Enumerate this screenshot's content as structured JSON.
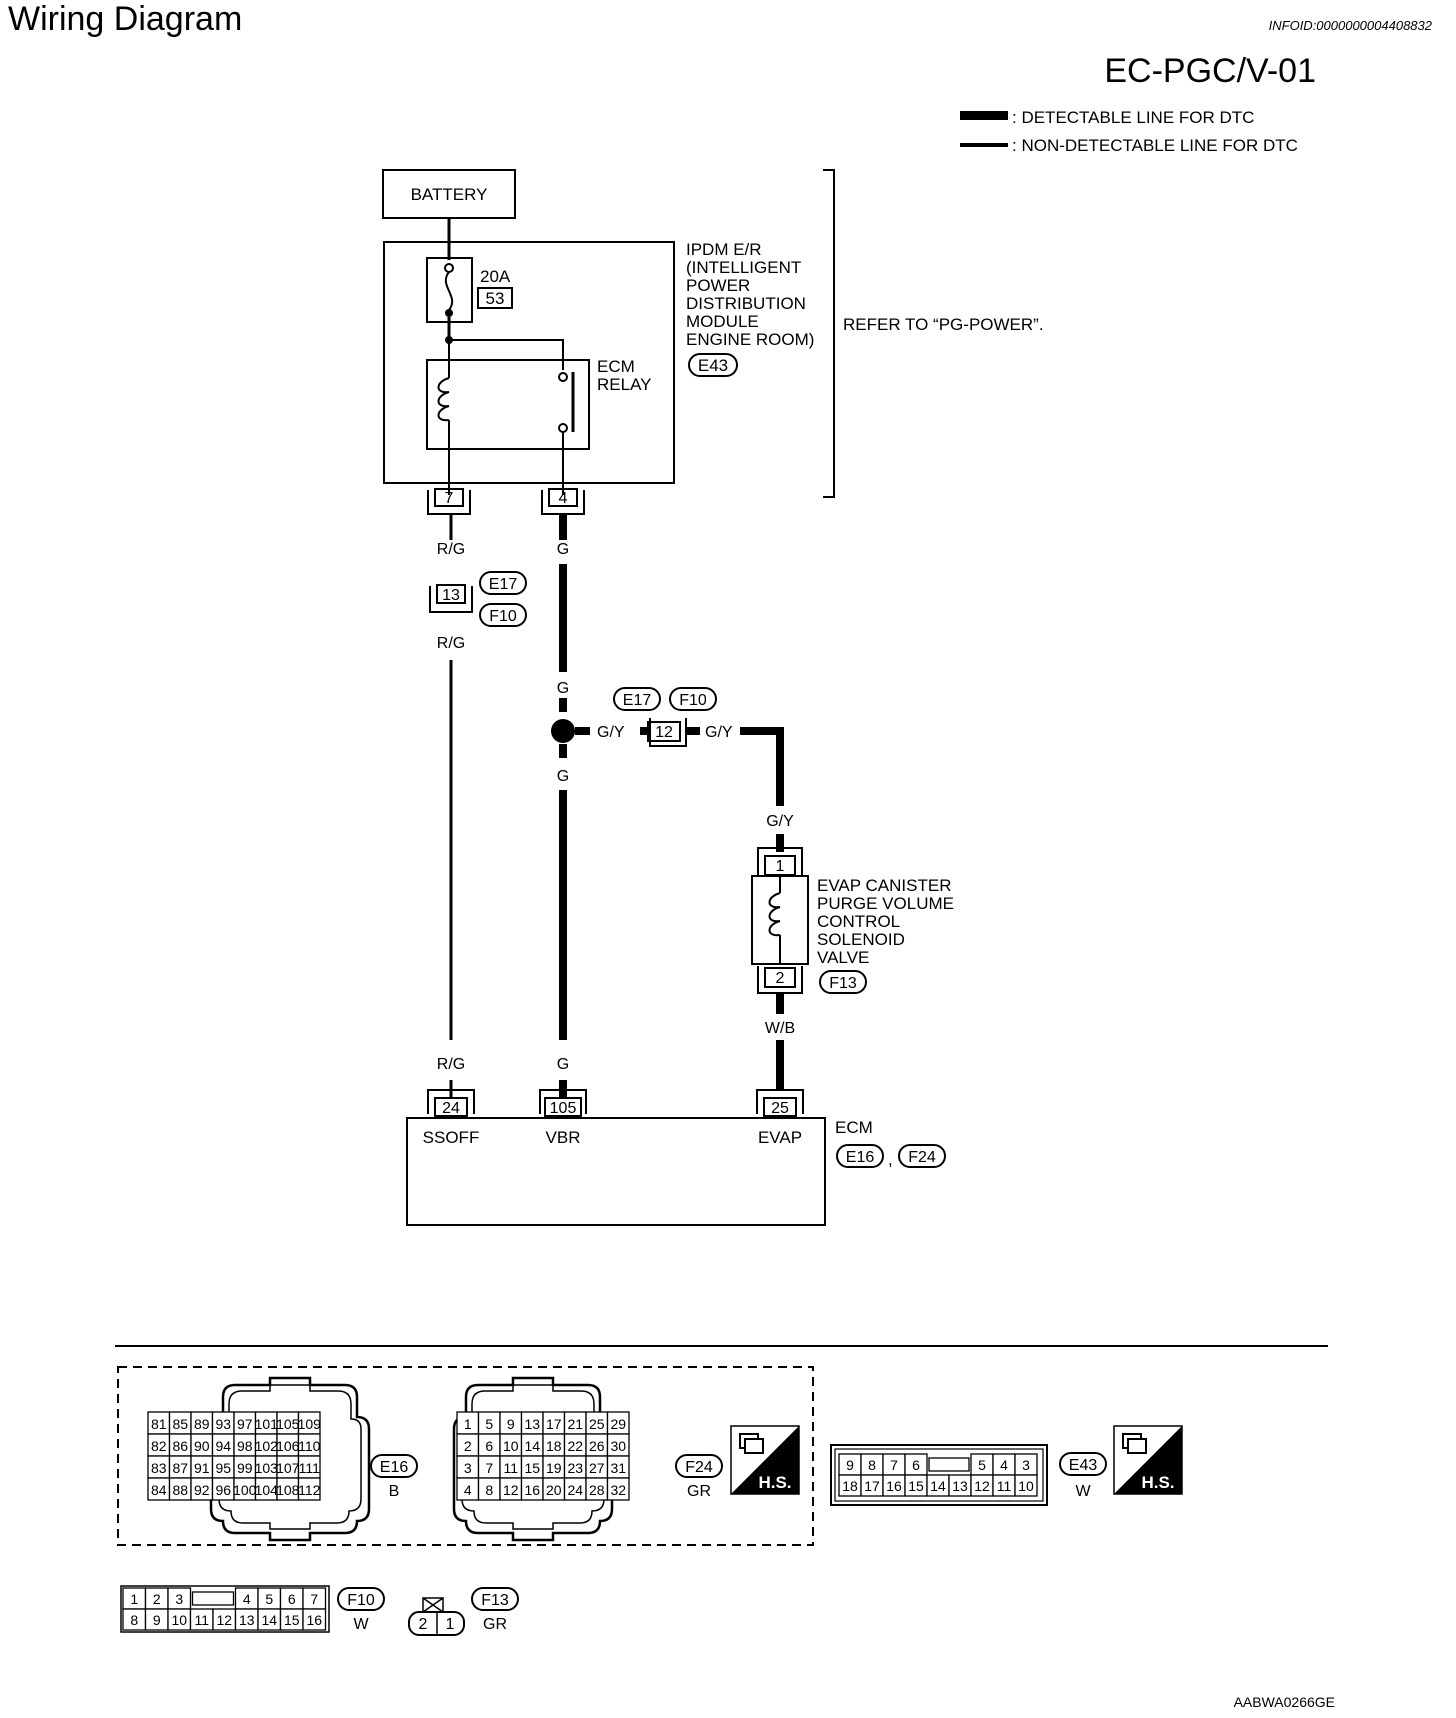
{
  "header": {
    "title": "Wiring Diagram",
    "info_id": "INFOID:0000000004408832",
    "code": "EC-PGC/V-01",
    "legend_detectable": ": DETECTABLE LINE FOR DTC",
    "legend_non_detectable": ": NON-DETECTABLE LINE FOR DTC"
  },
  "diagram": {
    "battery": "BATTERY",
    "fuse": {
      "rating": "20A",
      "number": "53"
    },
    "ipdm": {
      "lines": [
        "IPDM E/R",
        "(INTELLIGENT",
        "POWER",
        "DISTRIBUTION",
        "MODULE",
        "ENGINE ROOM)"
      ],
      "connector": "E43"
    },
    "refer": "REFER TO “PG-POWER”.",
    "ecm_relay": [
      "ECM",
      "RELAY"
    ],
    "ipdm_pins": {
      "left": "7",
      "right": "4"
    },
    "wire_colors": {
      "rg": "R/G",
      "g": "G",
      "gy": "G/Y",
      "wb": "W/B"
    },
    "joint_left": {
      "pin": "13",
      "conn_a": "E17",
      "conn_b": "F10"
    },
    "joint_right": {
      "pin": "12",
      "conn_a": "E17",
      "conn_b": "F10"
    },
    "solenoid": {
      "lines": [
        "EVAP CANISTER",
        "PURGE VOLUME",
        "CONTROL",
        "SOLENOID",
        "VALVE"
      ],
      "pin_top": "1",
      "pin_bottom": "2",
      "connector": "F13"
    },
    "ecm": {
      "title": "ECM",
      "conn_a": "E16",
      "conn_b": "F24",
      "separator": ",",
      "pins": [
        "24",
        "105",
        "25"
      ],
      "terminals": [
        "SSOFF",
        "VBR",
        "EVAP"
      ]
    }
  },
  "connectors": {
    "e16": {
      "id": "E16",
      "color": "B",
      "rows": [
        [
          "81",
          "85",
          "89",
          "93",
          "97",
          "101",
          "105",
          "109"
        ],
        [
          "82",
          "86",
          "90",
          "94",
          "98",
          "102",
          "106",
          "110"
        ],
        [
          "83",
          "87",
          "91",
          "95",
          "99",
          "103",
          "107",
          "111"
        ],
        [
          "84",
          "88",
          "92",
          "96",
          "100",
          "104",
          "108",
          "112"
        ]
      ]
    },
    "f24": {
      "id": "F24",
      "color": "GR",
      "hs": "H.S.",
      "rows": [
        [
          "1",
          "5",
          "9",
          "13",
          "17",
          "21",
          "25",
          "29"
        ],
        [
          "2",
          "6",
          "10",
          "14",
          "18",
          "22",
          "26",
          "30"
        ],
        [
          "3",
          "7",
          "11",
          "15",
          "19",
          "23",
          "27",
          "31"
        ],
        [
          "4",
          "8",
          "12",
          "16",
          "20",
          "24",
          "28",
          "32"
        ]
      ]
    },
    "e43": {
      "id": "E43",
      "color": "W",
      "hs": "H.S.",
      "top": [
        "9",
        "8",
        "7",
        "6",
        "",
        "5",
        "4",
        "3"
      ],
      "bottom": [
        "18",
        "17",
        "16",
        "15",
        "14",
        "13",
        "12",
        "11",
        "10"
      ]
    },
    "f10": {
      "id": "F10",
      "color": "W",
      "top": [
        "1",
        "2",
        "3",
        "",
        "4",
        "5",
        "6",
        "7"
      ],
      "bottom": [
        "8",
        "9",
        "10",
        "11",
        "12",
        "13",
        "14",
        "15",
        "16"
      ]
    },
    "f13": {
      "id": "F13",
      "color": "GR",
      "pins": [
        "2",
        "1"
      ]
    }
  },
  "footer_code": "AABWA0266GE"
}
